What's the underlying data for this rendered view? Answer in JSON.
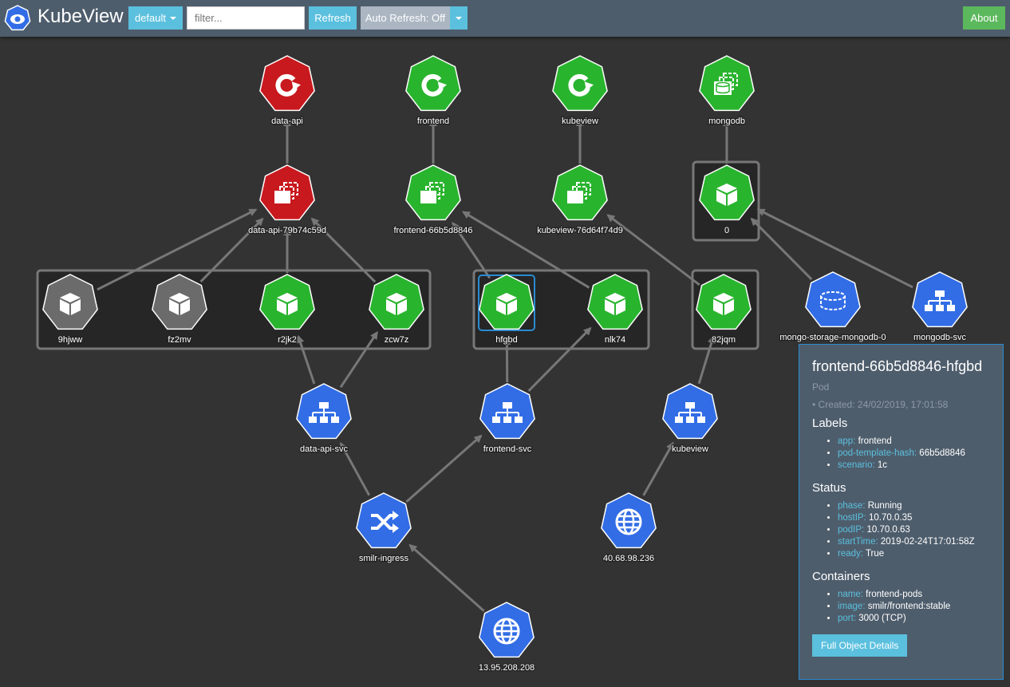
{
  "navbar": {
    "brand": "KubeView",
    "namespace": "default",
    "filter_placeholder": "filter...",
    "refresh": "Refresh",
    "auto_refresh": "Auto Refresh: Off",
    "about": "About"
  },
  "colors": {
    "nav": "#4e5d6c",
    "accent": "#5bc0de",
    "red": "#c8191e",
    "green": "#29b42e",
    "gray": "#6b6b6b",
    "blue": "#326de6",
    "about": "#5cb85c"
  },
  "nodes": [
    {
      "id": "dep-data-api",
      "label": "data-api",
      "icon": "refresh-icon",
      "color": "red"
    },
    {
      "id": "dep-frontend",
      "label": "frontend",
      "icon": "refresh-icon",
      "color": "green"
    },
    {
      "id": "dep-kubeview",
      "label": "kubeview",
      "icon": "refresh-icon",
      "color": "green"
    },
    {
      "id": "ss-mongodb",
      "label": "mongodb",
      "icon": "database-stack-icon",
      "color": "green"
    },
    {
      "id": "rs-data-api",
      "label": "data-api-79b74c59d",
      "icon": "replicaset-icon",
      "color": "red"
    },
    {
      "id": "rs-frontend",
      "label": "frontend-66b5d8846",
      "icon": "replicaset-icon",
      "color": "green"
    },
    {
      "id": "rs-kubeview",
      "label": "kubeview-76d64f74d9",
      "icon": "replicaset-icon",
      "color": "green"
    },
    {
      "id": "pod-0",
      "label": "0",
      "icon": "cube-icon",
      "color": "green"
    },
    {
      "id": "pod-9hjww",
      "label": "9hjww",
      "icon": "cube-icon",
      "color": "gray"
    },
    {
      "id": "pod-fz2mv",
      "label": "fz2mv",
      "icon": "cube-icon",
      "color": "gray"
    },
    {
      "id": "pod-r2jk2",
      "label": "r2jk2",
      "icon": "cube-icon",
      "color": "green"
    },
    {
      "id": "pod-zcw7z",
      "label": "zcw7z",
      "icon": "cube-icon",
      "color": "green"
    },
    {
      "id": "pod-hfgbd",
      "label": "hfgbd",
      "icon": "cube-icon",
      "color": "green",
      "selected": true
    },
    {
      "id": "pod-nlk74",
      "label": "nlk74",
      "icon": "cube-icon",
      "color": "green"
    },
    {
      "id": "pod-82jqm",
      "label": "82jqm",
      "icon": "cube-icon",
      "color": "green"
    },
    {
      "id": "pvc-mongo",
      "label": "mongo-storage-mongodb-0",
      "icon": "volume-icon",
      "color": "blue"
    },
    {
      "id": "svc-mongodb",
      "label": "mongodb-svc",
      "icon": "network-tree-icon",
      "color": "blue"
    },
    {
      "id": "svc-data-api",
      "label": "data-api-svc",
      "icon": "network-tree-icon",
      "color": "blue"
    },
    {
      "id": "svc-frontend",
      "label": "frontend-svc",
      "icon": "network-tree-icon",
      "color": "blue"
    },
    {
      "id": "svc-kubeview",
      "label": "kubeview",
      "icon": "network-tree-icon",
      "color": "blue"
    },
    {
      "id": "ing-smilr",
      "label": "smilr-ingress",
      "icon": "shuffle-icon",
      "color": "blue"
    },
    {
      "id": "ip-kubeview",
      "label": "40.68.98.236",
      "icon": "globe-icon",
      "color": "blue"
    },
    {
      "id": "ip-ingress",
      "label": "13.95.208.208",
      "icon": "globe-icon",
      "color": "blue"
    }
  ],
  "edges": [
    [
      "rs-data-api",
      "dep-data-api"
    ],
    [
      "rs-frontend",
      "dep-frontend"
    ],
    [
      "rs-kubeview",
      "dep-kubeview"
    ],
    [
      "pod-0",
      "ss-mongodb"
    ],
    [
      "pod-9hjww",
      "rs-data-api"
    ],
    [
      "pod-fz2mv",
      "rs-data-api"
    ],
    [
      "pod-r2jk2",
      "rs-data-api"
    ],
    [
      "pod-zcw7z",
      "rs-data-api"
    ],
    [
      "pod-hfgbd",
      "rs-frontend"
    ],
    [
      "pod-nlk74",
      "rs-frontend"
    ],
    [
      "pod-82jqm",
      "rs-kubeview"
    ],
    [
      "pvc-mongo",
      "pod-0"
    ],
    [
      "svc-mongodb",
      "pod-0"
    ],
    [
      "svc-data-api",
      "pod-r2jk2"
    ],
    [
      "svc-data-api",
      "pod-zcw7z"
    ],
    [
      "svc-frontend",
      "pod-hfgbd"
    ],
    [
      "svc-frontend",
      "pod-nlk74"
    ],
    [
      "svc-kubeview",
      "pod-82jqm"
    ],
    [
      "ing-smilr",
      "svc-data-api"
    ],
    [
      "ing-smilr",
      "svc-frontend"
    ],
    [
      "ip-kubeview",
      "svc-kubeview"
    ],
    [
      "ip-ingress",
      "ing-smilr"
    ]
  ],
  "details": {
    "title": "frontend-66b5d8846-hfgbd",
    "kind": "Pod",
    "created": "• Created: 24/02/2019, 17:01:58",
    "labels_heading": "Labels",
    "labels": [
      {
        "k": "app:",
        "v": "frontend"
      },
      {
        "k": "pod-template-hash:",
        "v": "66b5d8846"
      },
      {
        "k": "scenario:",
        "v": "1c"
      }
    ],
    "status_heading": "Status",
    "status": [
      {
        "k": "phase:",
        "v": "Running"
      },
      {
        "k": "hostIP:",
        "v": "10.70.0.35"
      },
      {
        "k": "podIP:",
        "v": "10.70.0.63"
      },
      {
        "k": "startTime:",
        "v": "2019-02-24T17:01:58Z"
      },
      {
        "k": "ready:",
        "v": "True"
      }
    ],
    "containers_heading": "Containers",
    "containers": [
      {
        "k": "name:",
        "v": "frontend-pods"
      },
      {
        "k": "image:",
        "v": "smilr/frontend:stable"
      },
      {
        "k": "port:",
        "v": "3000 (TCP)"
      }
    ],
    "full_details": "Full Object Details"
  }
}
